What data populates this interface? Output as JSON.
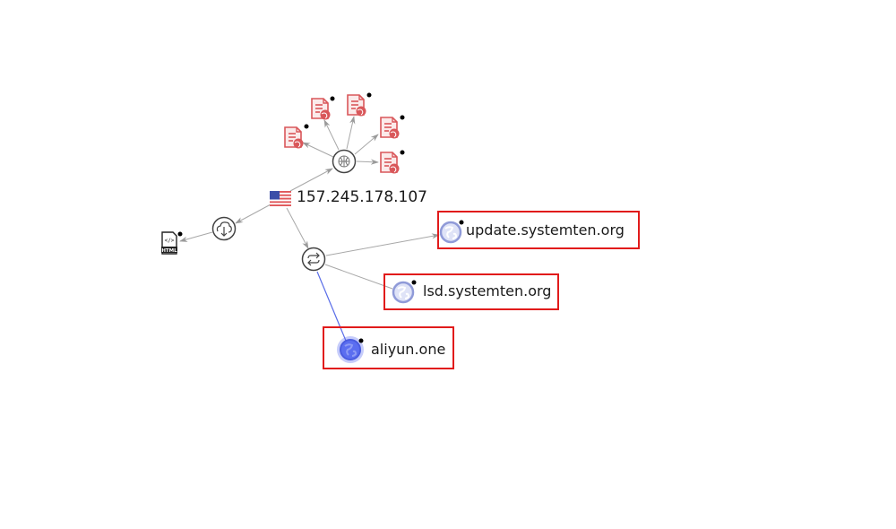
{
  "graph": {
    "root": {
      "label": "157.245.178.107",
      "icon": "us-flag-icon",
      "country": "US"
    },
    "hubs": [
      {
        "id": "ip-hub",
        "icon": "ip-network-icon"
      },
      {
        "id": "download-hub",
        "icon": "cloud-download-icon"
      },
      {
        "id": "resolution-hub",
        "icon": "swap-arrows-icon"
      }
    ],
    "files": [
      {
        "icon": "malicious-file-icon"
      },
      {
        "icon": "malicious-file-icon"
      },
      {
        "icon": "malicious-file-icon"
      },
      {
        "icon": "malicious-file-icon"
      },
      {
        "icon": "malicious-file-icon"
      }
    ],
    "html_file": {
      "icon": "html-file-icon",
      "badge": "HTML"
    },
    "domains": [
      {
        "label": "update.systemten.org",
        "highlighted": true
      },
      {
        "label": "lsd.systemten.org",
        "highlighted": true
      },
      {
        "label": "aliyun.one",
        "highlighted": true,
        "selected": true
      }
    ],
    "colors": {
      "edge": "#a8a8a8",
      "selected_edge": "#5a6ee8",
      "highlight_box": "#e11b1b",
      "file_icon": "#d9575a",
      "domain_globe": "#8f9ad8",
      "selected_globe": "#5b6ef0"
    }
  }
}
